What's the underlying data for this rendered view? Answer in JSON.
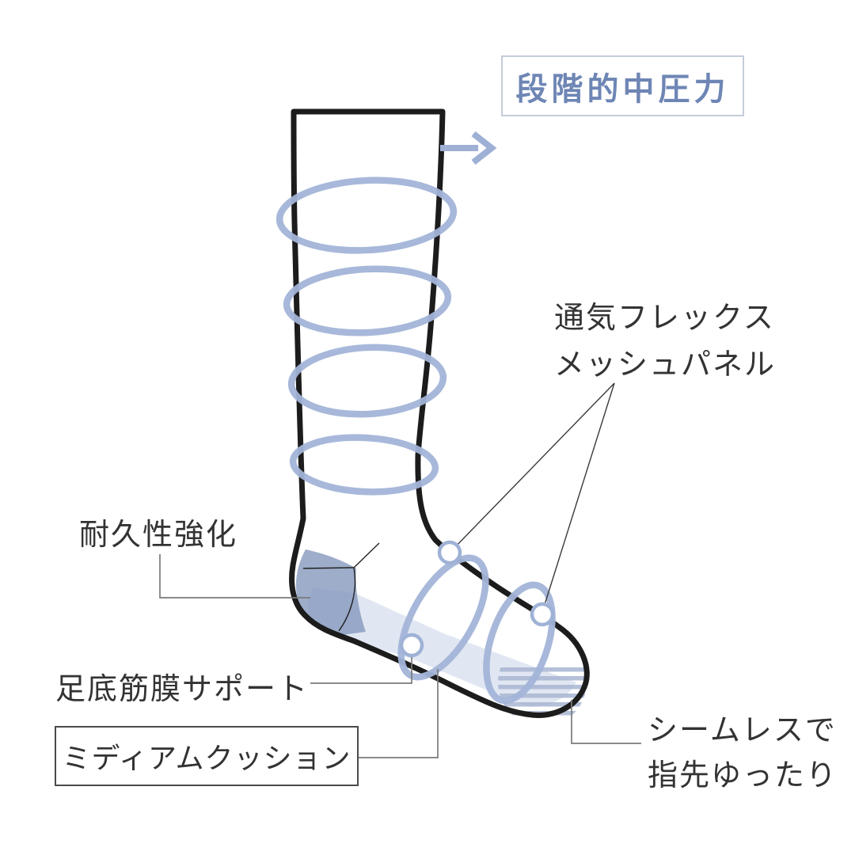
{
  "title": "compression-sock-feature-diagram",
  "labels": {
    "compression": {
      "text": "段階的中圧力"
    },
    "mesh": {
      "line1": "通気フレックス",
      "line2": "メッシュパネル"
    },
    "durability": {
      "text": "耐久性強化"
    },
    "plantar": {
      "text": "足底筋膜サポート"
    },
    "cushion": {
      "text": "ミディアムクッション"
    },
    "seamless": {
      "line1": "シームレスで",
      "line2": "指先ゆったり"
    }
  },
  "colors": {
    "outline": "#1c1c1c",
    "ring_blue": "#a3b5d8",
    "arrow_blue": "#9fb0d5",
    "marker_stroke": "#9fb2d6",
    "heel_shade": "#8598bd",
    "sole_shade": "#c9d4e8",
    "toe_stripe": "#a9b6d3",
    "connector_gray": "#7a7a7a",
    "pointer_dark": "#3a3a3a",
    "accent_text": "#6e86b5"
  }
}
